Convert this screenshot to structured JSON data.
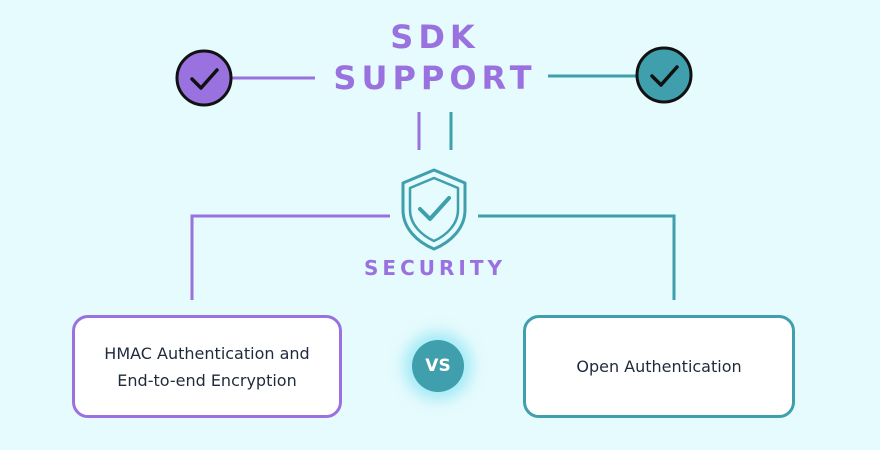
{
  "diagram": {
    "title_line1": "SDK",
    "title_line2": "SUPPORT",
    "security_label": "SECURITY",
    "left_option": {
      "line1": "HMAC Authentication and",
      "line2": "End-to-end Encryption"
    },
    "right_option": "Open Authentication",
    "vs_label": "VS"
  },
  "colors": {
    "background": "#e6fbfd",
    "purple": "#9a72e0",
    "teal": "#3f9fac",
    "text": "#1f2a3a"
  },
  "icons": {
    "left_check": "check-circle-icon",
    "right_check": "check-circle-icon",
    "center": "shield-check-icon"
  }
}
